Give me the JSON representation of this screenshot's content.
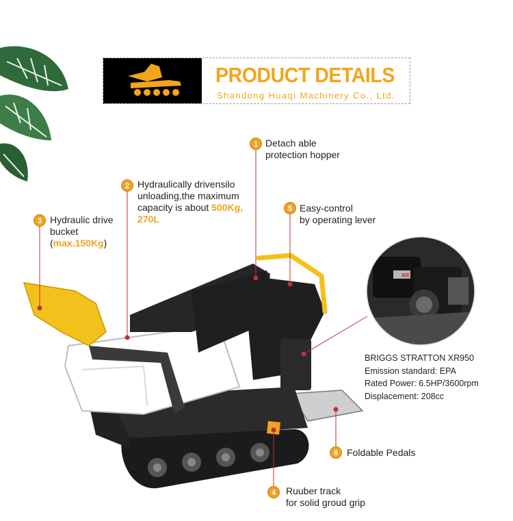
{
  "banner": {
    "title": "PRODUCT DETAILS",
    "subtitle": "Shandong Huaqi Machinery Co., Ltd."
  },
  "callouts": [
    {
      "num": "1",
      "lines": [
        "Detach able",
        "protection hopper"
      ]
    },
    {
      "num": "2",
      "lines": [
        "Hydraulically drivensilo",
        "unloading,the maximum",
        "capacity is about "
      ],
      "highlight_1": "500Kg",
      "suffix_1": ",",
      "highlight_2": "270L"
    },
    {
      "num": "3",
      "lines": [
        "Hydraulic drive",
        "bucket"
      ],
      "prefix": "(",
      "highlight": "max.150Kg",
      "suffix": ")"
    },
    {
      "num": "4",
      "lines": [
        "Ruuber track",
        "for solid groud grip"
      ]
    },
    {
      "num": "5",
      "lines": [
        "Easy-control",
        "by operating lever"
      ]
    },
    {
      "num": "6",
      "lines": [
        "Foldable Pedals"
      ]
    }
  ],
  "engine_specs": [
    "BRIGGS STRATTON XR950",
    "Emission standard: EPA",
    "Rated Power: 6.5HP/3600rpm",
    "Displacement: 208cc"
  ],
  "engine_brand_mark": "XR",
  "colors": {
    "accent": "#f0a223",
    "banner_bg": "#000000",
    "hopper": "#ffffff",
    "frame": "#2a2a2a",
    "bucket": "#f3c11b"
  }
}
